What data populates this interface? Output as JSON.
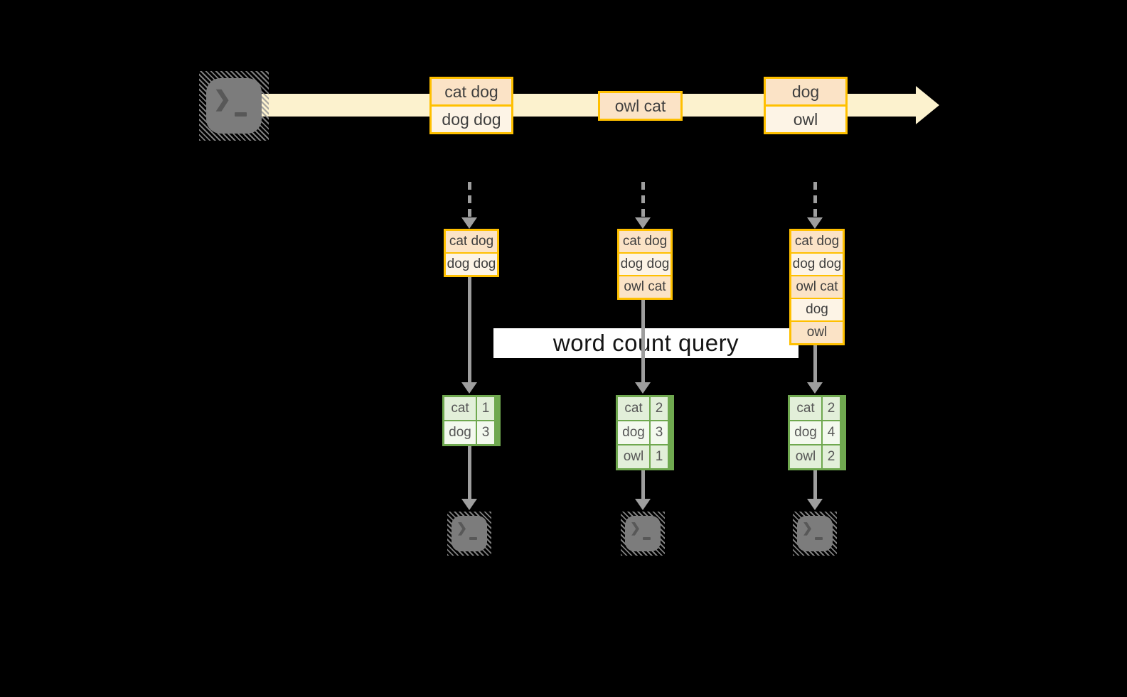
{
  "colors": {
    "bg": "#000000",
    "stream": "#FCF2CE",
    "gold": "#FFC000",
    "event_dark": "#FBE3C6",
    "event_light": "#FDF4E6",
    "green": "#6FA84F",
    "cell_dark": "#E2EFD9",
    "cell_light": "#F3F9EE",
    "arrow": "#9E9E9E",
    "icon": "#7C7C7C",
    "glyph": "#585858",
    "banner_bg": "#FFFFFF",
    "banner_text": "#151515",
    "box_text": "#3F3F3F",
    "table_text": "#575757"
  },
  "icons": {
    "terminal_glyph": "❯"
  },
  "banner": {
    "label": "word count query"
  },
  "timeline": {
    "events": [
      {
        "rows": [
          "cat dog",
          "dog dog"
        ]
      },
      {
        "rows": [
          "owl cat"
        ]
      },
      {
        "rows": [
          "dog",
          "owl"
        ]
      }
    ]
  },
  "columns": [
    {
      "batch": [
        "cat dog",
        "dog dog"
      ],
      "counts": [
        {
          "word": "cat",
          "count": "1"
        },
        {
          "word": "dog",
          "count": "3"
        }
      ]
    },
    {
      "batch": [
        "cat dog",
        "dog dog",
        "owl cat"
      ],
      "counts": [
        {
          "word": "cat",
          "count": "2"
        },
        {
          "word": "dog",
          "count": "3"
        },
        {
          "word": "owl",
          "count": "1"
        }
      ]
    },
    {
      "batch": [
        "cat dog",
        "dog dog",
        "owl cat",
        "dog",
        "owl"
      ],
      "counts": [
        {
          "word": "cat",
          "count": "2"
        },
        {
          "word": "dog",
          "count": "4"
        },
        {
          "word": "owl",
          "count": "2"
        }
      ]
    }
  ]
}
